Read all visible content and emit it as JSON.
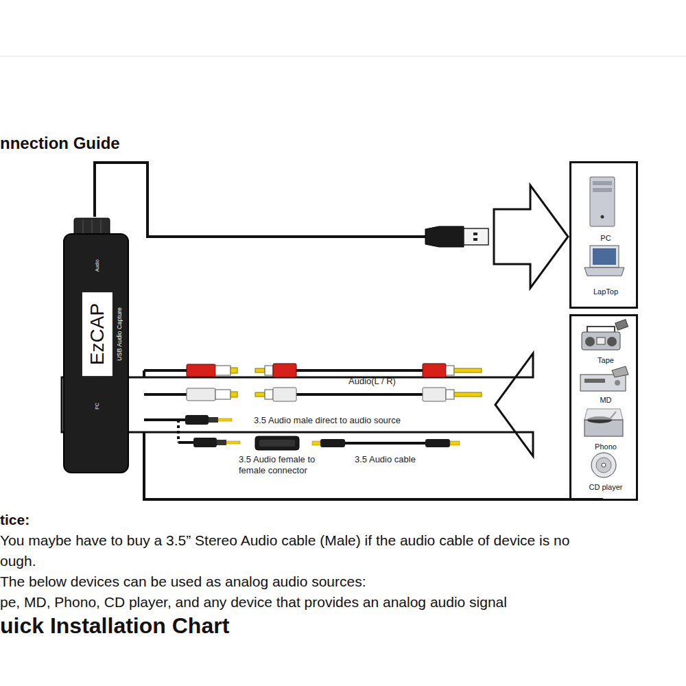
{
  "diagram": {
    "title": "nnection Guide",
    "nodes": [
      {
        "text": [
          "EzCAP",
          "USB Audio Capture",
          "Audio",
          "PC"
        ]
      },
      {
        "text": [
          "PC",
          "LapTop"
        ]
      },
      {
        "text": [
          "Tape",
          "MD",
          "Phono",
          "CD player"
        ]
      }
    ],
    "edges": [
      {
        "from": 0,
        "to": 1,
        "arrow": "to"
      },
      {
        "from": 2,
        "to": 0,
        "arrow": "to"
      }
    ],
    "labels": [
      "Audio(L / R)",
      "3.5 Audio male direct to audio source",
      "3.5 Audio female to female connector",
      "3.5 Audio cable",
      "tice:",
      "You maybe have to buy a 3.5” Stereo Audio cable (Male) if the audio cable of device is no",
      "ough.",
      "The below devices can be used as analog audio sources:",
      "pe, MD, Phono, CD player, and any device that provides an analog audio signal",
      "uick Installation Chart"
    ]
  }
}
